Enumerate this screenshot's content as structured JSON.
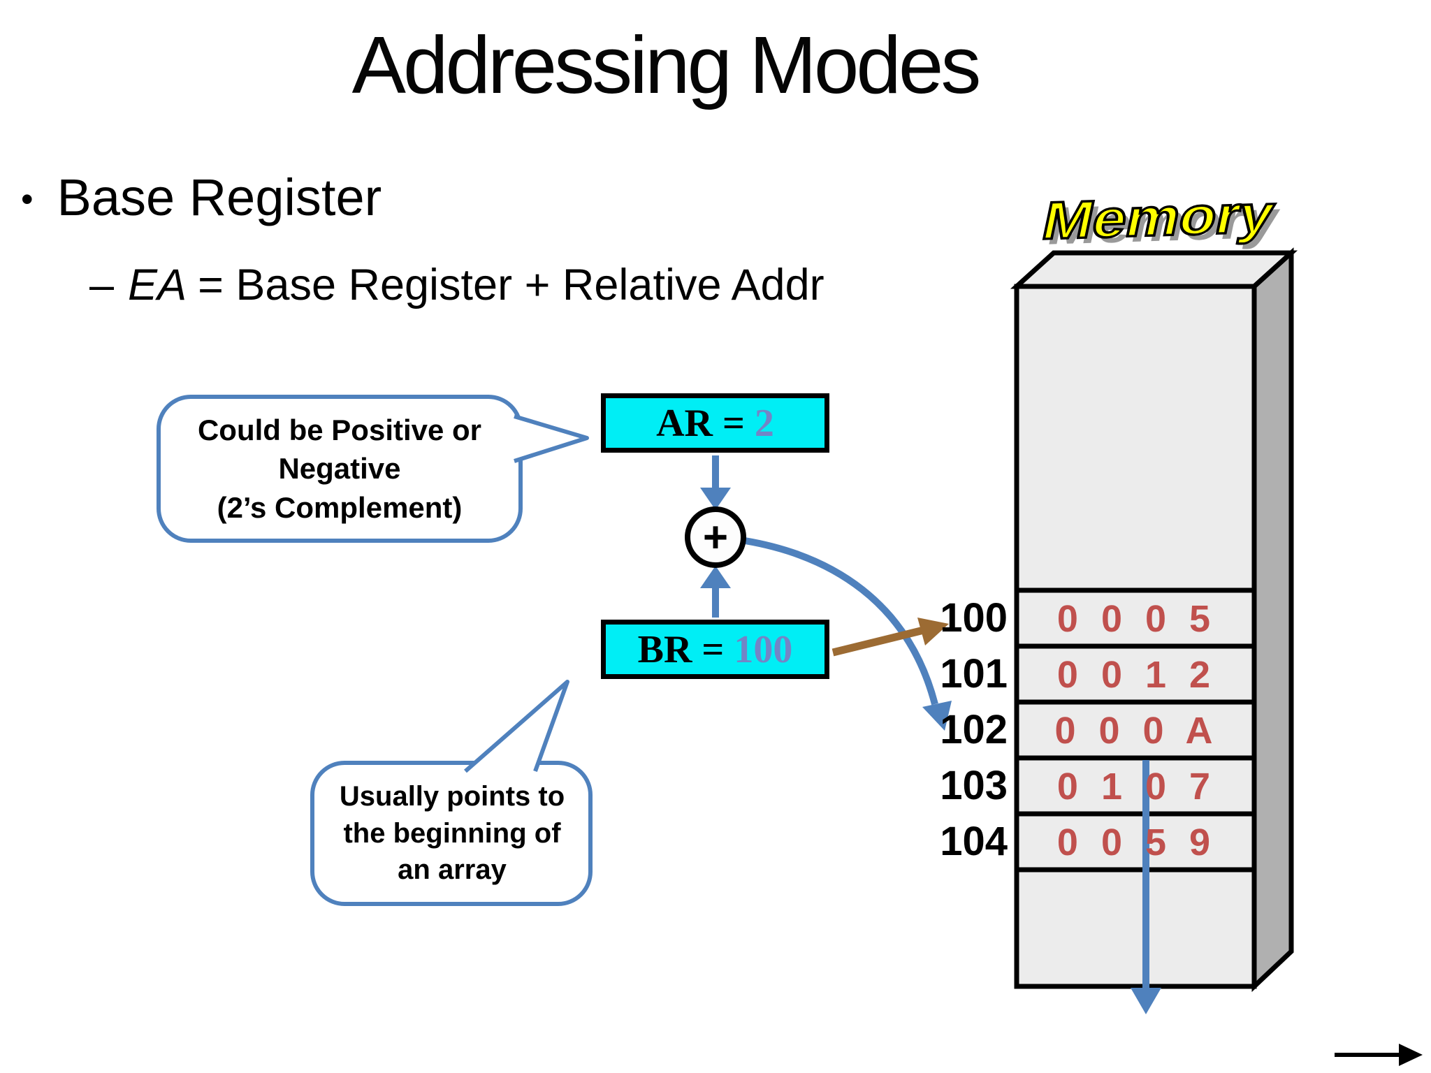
{
  "slide": {
    "title": "Addressing Modes",
    "bullet_marker": "•",
    "bullet": "Base Register",
    "sub_bullet": {
      "dash": "–",
      "term": "EA",
      "rest": "= Base Register + Relative Addr"
    }
  },
  "callouts": {
    "top": {
      "lines": [
        "Could be Positive or",
        "Negative",
        "(2’s Complement)"
      ]
    },
    "bottom": {
      "lines": [
        "Usually points to",
        "the beginning of",
        "an array"
      ]
    }
  },
  "registers": {
    "ar": {
      "label": "AR =",
      "value": "2"
    },
    "br": {
      "label": "BR =",
      "value": "100"
    }
  },
  "adder": {
    "symbol": "+"
  },
  "memory": {
    "title": "Memory",
    "rows": [
      {
        "address": "100",
        "value": "0 0 0 5"
      },
      {
        "address": "101",
        "value": "0 0 1 2"
      },
      {
        "address": "102",
        "value": "0 0 0 A"
      },
      {
        "address": "103",
        "value": "0 1 0 7"
      },
      {
        "address": "104",
        "value": "0 0 5 9"
      }
    ]
  },
  "colors": {
    "accent_blue": "#4f81bd",
    "register_fill": "#00eef5",
    "value_blue": "#7385c6",
    "data_red": "#c0504d",
    "arrow_brown": "#9c6b33",
    "wordart_yellow": "#ffff00"
  }
}
